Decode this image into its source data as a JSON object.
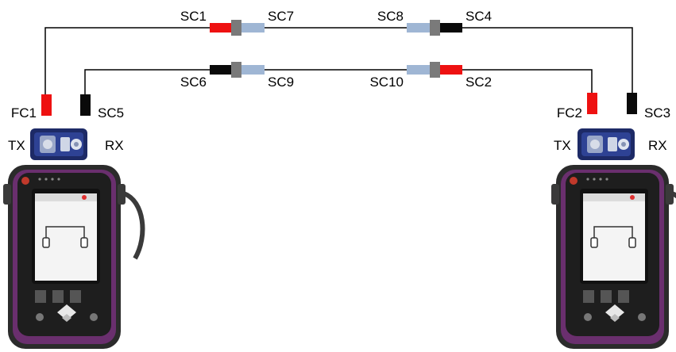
{
  "connectors": {
    "sc1": "SC1",
    "sc7": "SC7",
    "sc8": "SC8",
    "sc4": "SC4",
    "sc6": "SC6",
    "sc9": "SC9",
    "sc10": "SC10",
    "sc2": "SC2",
    "fc1": "FC1",
    "sc5": "SC5",
    "fc2": "FC2",
    "sc3": "SC3"
  },
  "left_tester": {
    "tx_label": "TX",
    "rx_label": "RX"
  },
  "right_tester": {
    "tx_label": "TX",
    "rx_label": "RX"
  },
  "colors": {
    "red": "#ee1111",
    "black": "#0a0a0a",
    "light_blue": "#9fb6d4",
    "adapter_grey": "#7a7a7a",
    "device_purple": "#6a2f6e",
    "device_body": "#2b2b2b"
  }
}
